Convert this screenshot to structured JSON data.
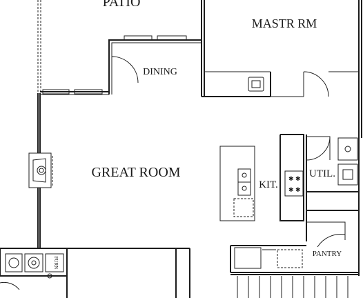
{
  "rooms": {
    "patio": "PATIO",
    "master": "MASTR RM",
    "dining": "DINING",
    "great_room": "GREAT ROOM",
    "kitchen": "KIT.",
    "utility": "UTIL.",
    "pantry": "PANTRY"
  },
  "fixtures": {
    "furnace": "FURN"
  }
}
